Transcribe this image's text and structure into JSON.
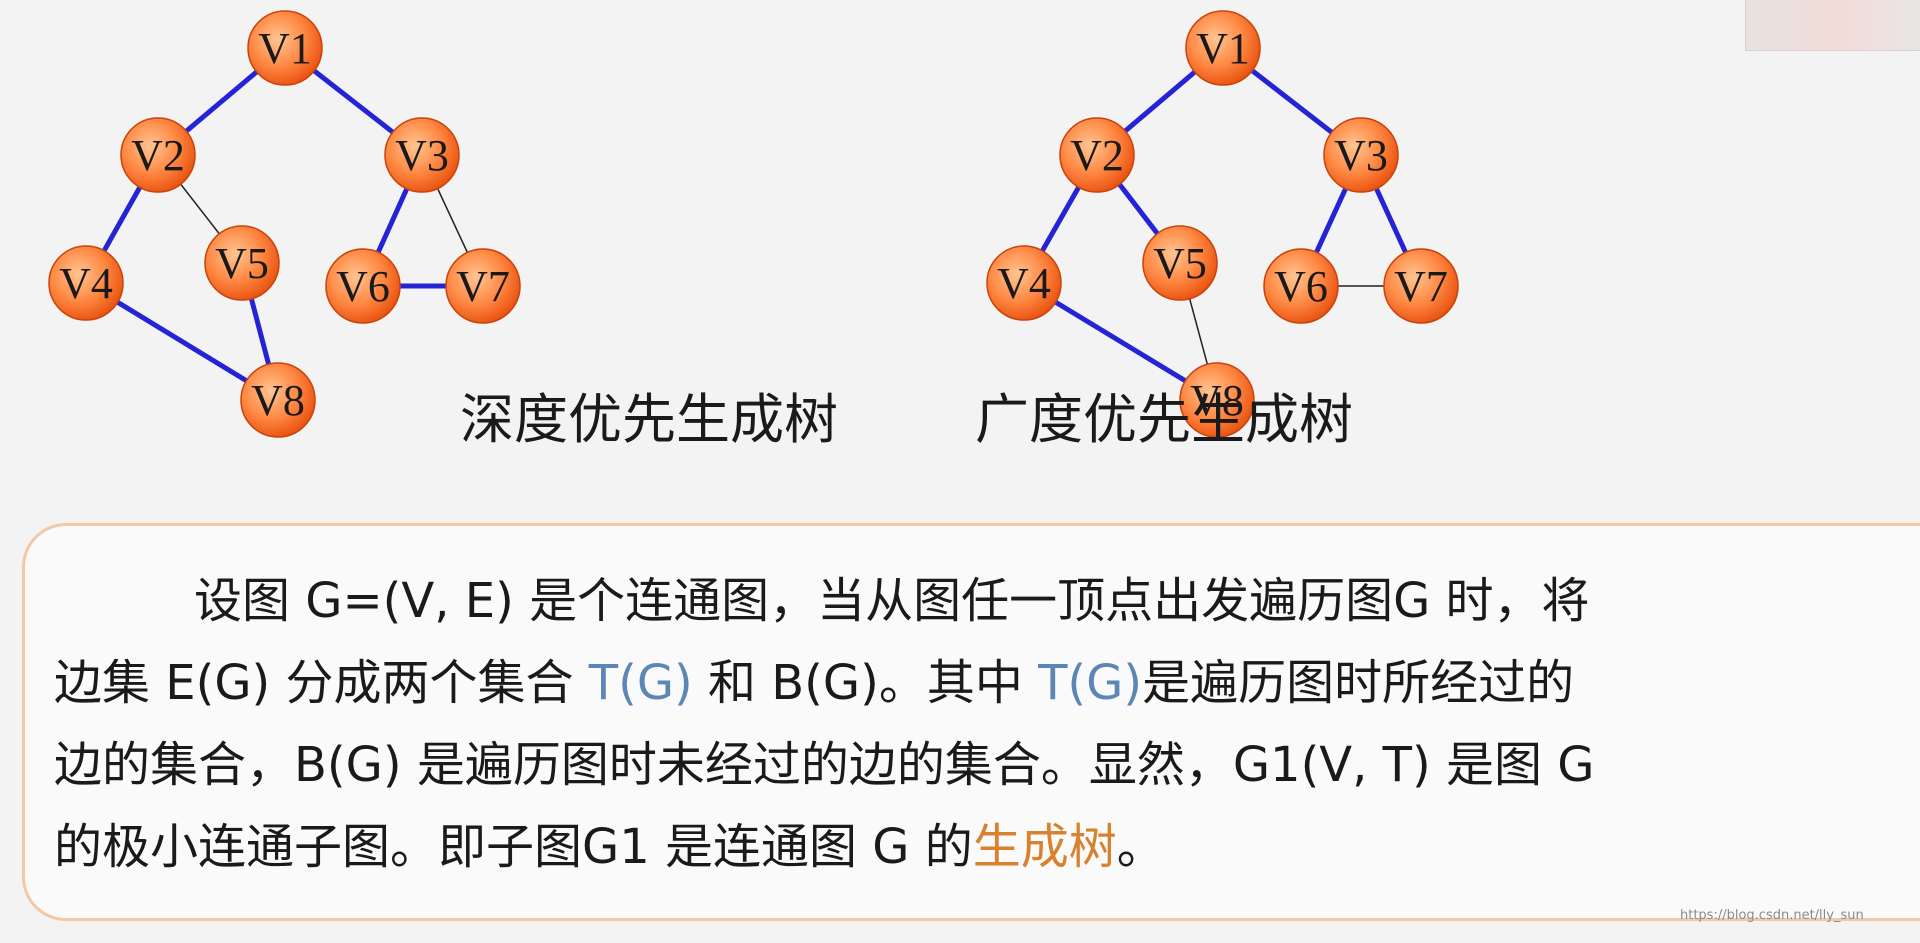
{
  "colors": {
    "tree_edge": "#2424d6",
    "non_tree_edge": "#222222",
    "node_fill_center": "#ffb27a",
    "node_fill_edge": "#ee5a16",
    "node_stroke": "#c8440c",
    "highlight_blue": "#5b86b6",
    "highlight_orange": "#d9812e",
    "box_border": "#f2c8a6"
  },
  "graphs": [
    {
      "id": "dfs",
      "caption": "深度优先生成树",
      "nodes": [
        {
          "id": "V1",
          "label": "V1"
        },
        {
          "id": "V2",
          "label": "V2"
        },
        {
          "id": "V3",
          "label": "V3"
        },
        {
          "id": "V4",
          "label": "V4"
        },
        {
          "id": "V5",
          "label": "V5"
        },
        {
          "id": "V6",
          "label": "V6"
        },
        {
          "id": "V7",
          "label": "V7"
        },
        {
          "id": "V8",
          "label": "V8"
        }
      ],
      "edges": [
        {
          "from": "V1",
          "to": "V2",
          "tree": true
        },
        {
          "from": "V1",
          "to": "V3",
          "tree": true
        },
        {
          "from": "V2",
          "to": "V4",
          "tree": true
        },
        {
          "from": "V2",
          "to": "V5",
          "tree": false
        },
        {
          "from": "V3",
          "to": "V6",
          "tree": true
        },
        {
          "from": "V3",
          "to": "V7",
          "tree": false
        },
        {
          "from": "V6",
          "to": "V7",
          "tree": true
        },
        {
          "from": "V4",
          "to": "V8",
          "tree": true
        },
        {
          "from": "V5",
          "to": "V8",
          "tree": true
        }
      ]
    },
    {
      "id": "bfs",
      "caption": "广度优先生成树",
      "nodes": [
        {
          "id": "V1",
          "label": "V1"
        },
        {
          "id": "V2",
          "label": "V2"
        },
        {
          "id": "V3",
          "label": "V3"
        },
        {
          "id": "V4",
          "label": "V4"
        },
        {
          "id": "V5",
          "label": "V5"
        },
        {
          "id": "V6",
          "label": "V6"
        },
        {
          "id": "V7",
          "label": "V7"
        },
        {
          "id": "V8",
          "label": "V8"
        }
      ],
      "edges": [
        {
          "from": "V1",
          "to": "V2",
          "tree": true
        },
        {
          "from": "V1",
          "to": "V3",
          "tree": true
        },
        {
          "from": "V2",
          "to": "V4",
          "tree": true
        },
        {
          "from": "V2",
          "to": "V5",
          "tree": true
        },
        {
          "from": "V3",
          "to": "V6",
          "tree": true
        },
        {
          "from": "V3",
          "to": "V7",
          "tree": true
        },
        {
          "from": "V6",
          "to": "V7",
          "tree": false
        },
        {
          "from": "V4",
          "to": "V8",
          "tree": true
        },
        {
          "from": "V5",
          "to": "V8",
          "tree": false
        }
      ]
    }
  ],
  "paragraph": {
    "l1": "设图 G=(V, E) 是个连通图，当从图任一顶点出发遍历图G 时，将",
    "l2a": "边集 E(G) 分成两个集合 ",
    "l2b": "T(G)",
    "l2c": " 和 B(G)。其中 ",
    "l2d": "T(G)",
    "l2e": "是遍历图时所经过的",
    "l3": "边的集合，B(G) 是遍历图时未经过的边的集合。显然，G1(V, T) 是图 G",
    "l4a": "的极小连通子图。即子图G1 是连通图 G 的",
    "l4b": "生成树",
    "l4c": "。"
  },
  "watermark": "https://blog.csdn.net/lly_sun"
}
